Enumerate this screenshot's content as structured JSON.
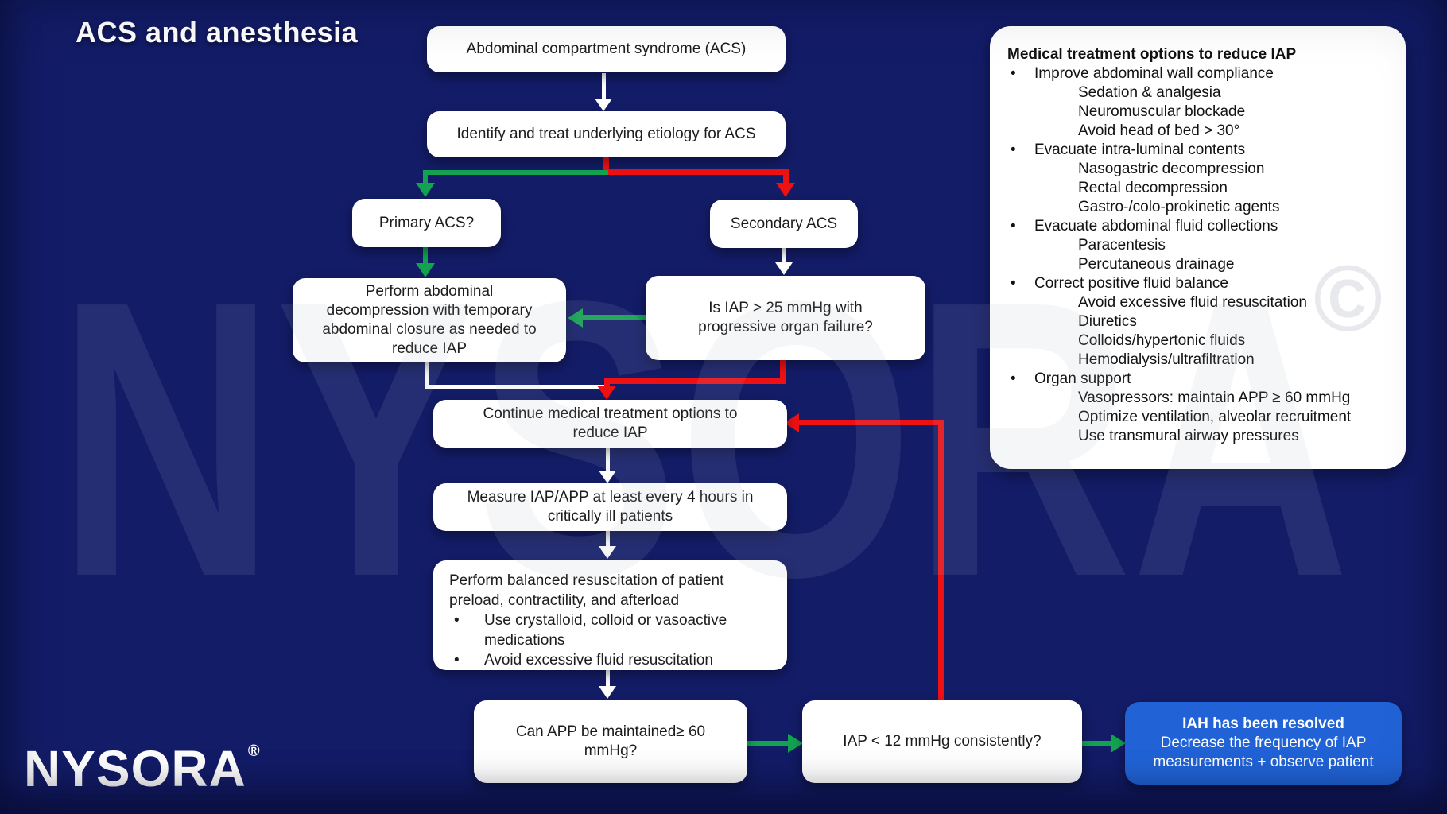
{
  "title": "ACS and anesthesia",
  "logo": {
    "text": "NYSORA"
  },
  "glyphs": {
    "bullet": "•",
    "reg": "®",
    "copyright": "©"
  },
  "watermark": {
    "text": "NYSORA"
  },
  "colors": {
    "background": "#131c67",
    "arrow_green": "#13a350",
    "arrow_red": "#ee1114",
    "arrow_white": "#ffffff",
    "box_white": "#ffffff",
    "resolved_blue": "#2163d6",
    "text_dark": "#1c1c1c"
  },
  "nodes": {
    "acs": "Abdominal compartment syndrome (ACS)",
    "identify": "Identify and treat underlying etiology for ACS",
    "primary": "Primary ACS?",
    "secondary": "Secondary ACS",
    "decompress": "Perform abdominal decompression with temporary abdominal closure as needed to reduce IAP",
    "is_iap": "Is IAP > 25 mmHg with progressive organ failure?",
    "continue_treatment": "Continue medical treatment options to reduce IAP",
    "measure": "Measure IAP/APP at least every 4 hours in critically ill patients",
    "balanced": {
      "intro": "Perform balanced resuscitation of patient preload, contractility, and afterload",
      "bullets": [
        "Use crystalloid, colloid or vasoactive medications",
        "Avoid excessive fluid resuscitation"
      ]
    },
    "can_app": "Can APP be maintained≥ 60 mmHg?",
    "iap12": "IAP < 12 mmHg consistently?",
    "resolved": {
      "title": "IAH has been resolved",
      "body": "Decrease the frequency of IAP measurements + observe patient"
    }
  },
  "panel": {
    "header": "Medical treatment options to reduce IAP",
    "items": [
      {
        "label": "Improve abdominal wall compliance",
        "subs": [
          "Sedation & analgesia",
          "Neuromuscular blockade",
          "Avoid head of bed > 30°"
        ]
      },
      {
        "label": "Evacuate intra-luminal contents",
        "subs": [
          "Nasogastric decompression",
          "Rectal decompression",
          "Gastro-/colo-prokinetic agents"
        ]
      },
      {
        "label": "Evacuate abdominal fluid collections",
        "subs": [
          "Paracentesis",
          "Percutaneous drainage"
        ]
      },
      {
        "label": "Correct positive fluid balance",
        "subs": [
          "Avoid excessive fluid resuscitation",
          "Diuretics",
          "Colloids/hypertonic fluids",
          "Hemodialysis/ultrafiltration"
        ]
      },
      {
        "label": "Organ support",
        "subs": [
          "Vasopressors: maintain APP ≥ 60 mmHg",
          "Optimize ventilation, alveolar recruitment",
          "Use transmural airway pressures"
        ]
      }
    ]
  }
}
